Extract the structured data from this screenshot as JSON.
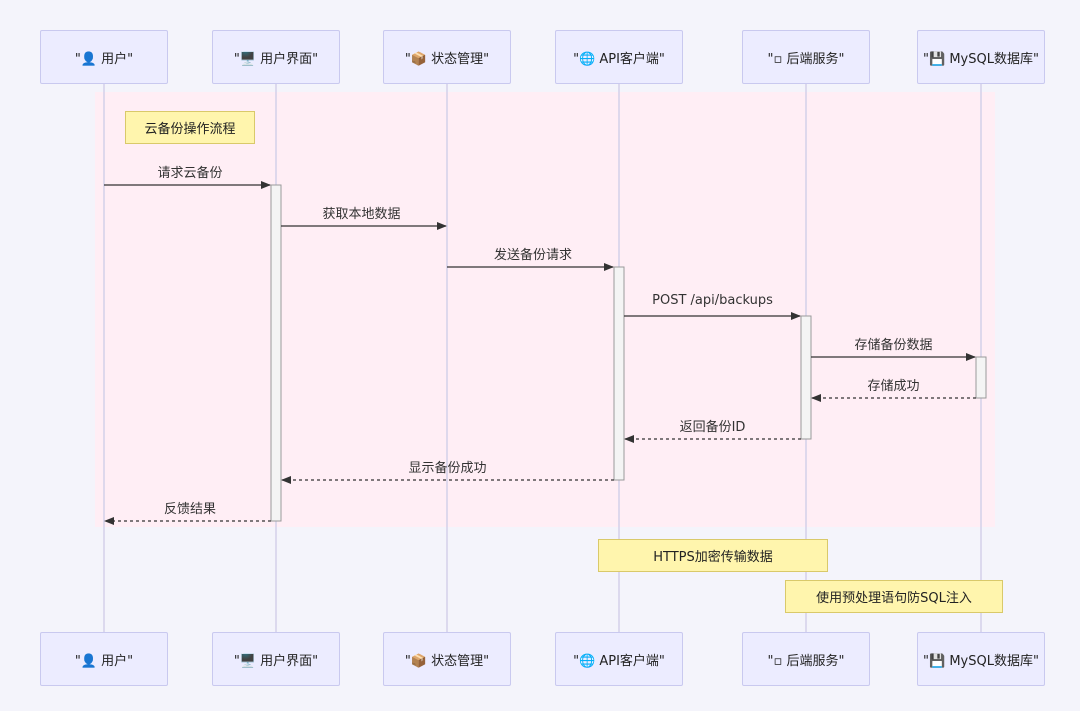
{
  "participants": [
    {
      "id": "user",
      "label": "\"👤 用户\""
    },
    {
      "id": "ui",
      "label": "\"🖥️ 用户界面\""
    },
    {
      "id": "state",
      "label": "\"📦 状态管理\""
    },
    {
      "id": "api",
      "label": "\"🌐 API客户端\""
    },
    {
      "id": "backend",
      "label": "\"▫ 后端服务\""
    },
    {
      "id": "db",
      "label": "\"💾 MySQL数据库\""
    }
  ],
  "loop_label": "云备份操作流程",
  "messages": [
    {
      "from": "user",
      "to": "ui",
      "text": "请求云备份",
      "style": "solid"
    },
    {
      "from": "ui",
      "to": "state",
      "text": "获取本地数据",
      "style": "solid"
    },
    {
      "from": "state",
      "to": "api",
      "text": "发送备份请求",
      "style": "solid"
    },
    {
      "from": "api",
      "to": "backend",
      "text": "POST /api/backups",
      "style": "solid"
    },
    {
      "from": "backend",
      "to": "db",
      "text": "存储备份数据",
      "style": "solid"
    },
    {
      "from": "db",
      "to": "backend",
      "text": "存储成功",
      "style": "dashed"
    },
    {
      "from": "backend",
      "to": "api",
      "text": "返回备份ID",
      "style": "dashed"
    },
    {
      "from": "api",
      "to": "ui",
      "text": "显示备份成功",
      "style": "dashed"
    },
    {
      "from": "ui",
      "to": "user",
      "text": "反馈结果",
      "style": "dashed"
    }
  ],
  "notes": [
    {
      "over": "api",
      "text": "HTTPS加密传输数据"
    },
    {
      "over": "backend",
      "text": "使用预处理语句防SQL注入"
    }
  ],
  "colors": {
    "background": "#f4f4fb",
    "region": "#ffeef5",
    "actor_fill": "#ececff",
    "actor_border": "#c9c9ef",
    "lifeline": "#d4d0ea",
    "note_fill": "#fff5ad",
    "note_border": "#d9c96a",
    "arrow": "#333333"
  }
}
